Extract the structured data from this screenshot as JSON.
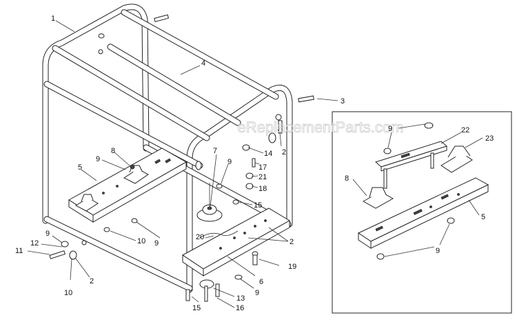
{
  "watermark": "eReplacementParts.com",
  "callouts": [
    {
      "id": "c1",
      "label": "1"
    },
    {
      "id": "c4",
      "label": "4"
    },
    {
      "id": "c3",
      "label": "3"
    },
    {
      "id": "c2a",
      "label": "2"
    },
    {
      "id": "c14",
      "label": "14"
    },
    {
      "id": "c17",
      "label": "17"
    },
    {
      "id": "c21",
      "label": "21"
    },
    {
      "id": "c18",
      "label": "18"
    },
    {
      "id": "c9a",
      "label": "9"
    },
    {
      "id": "c7",
      "label": "7"
    },
    {
      "id": "c15a",
      "label": "15"
    },
    {
      "id": "c8a",
      "label": "8"
    },
    {
      "id": "c9b",
      "label": "9"
    },
    {
      "id": "c5a",
      "label": "5"
    },
    {
      "id": "c9c",
      "label": "9"
    },
    {
      "id": "c10a",
      "label": "10"
    },
    {
      "id": "c20",
      "label": "20"
    },
    {
      "id": "c2b",
      "label": "2"
    },
    {
      "id": "c9d",
      "label": "9"
    },
    {
      "id": "c12",
      "label": "12"
    },
    {
      "id": "c11",
      "label": "11"
    },
    {
      "id": "c10b",
      "label": "10"
    },
    {
      "id": "c2c",
      "label": "2"
    },
    {
      "id": "c19",
      "label": "19"
    },
    {
      "id": "c6",
      "label": "6"
    },
    {
      "id": "c9e",
      "label": "9"
    },
    {
      "id": "c13",
      "label": "13"
    },
    {
      "id": "c15b",
      "label": "15"
    },
    {
      "id": "c16",
      "label": "16"
    },
    {
      "id": "c9f",
      "label": "9"
    },
    {
      "id": "c22",
      "label": "22"
    },
    {
      "id": "c23",
      "label": "23"
    },
    {
      "id": "c8b",
      "label": "8"
    },
    {
      "id": "c5b",
      "label": "5"
    },
    {
      "id": "c9g",
      "label": "9"
    }
  ]
}
